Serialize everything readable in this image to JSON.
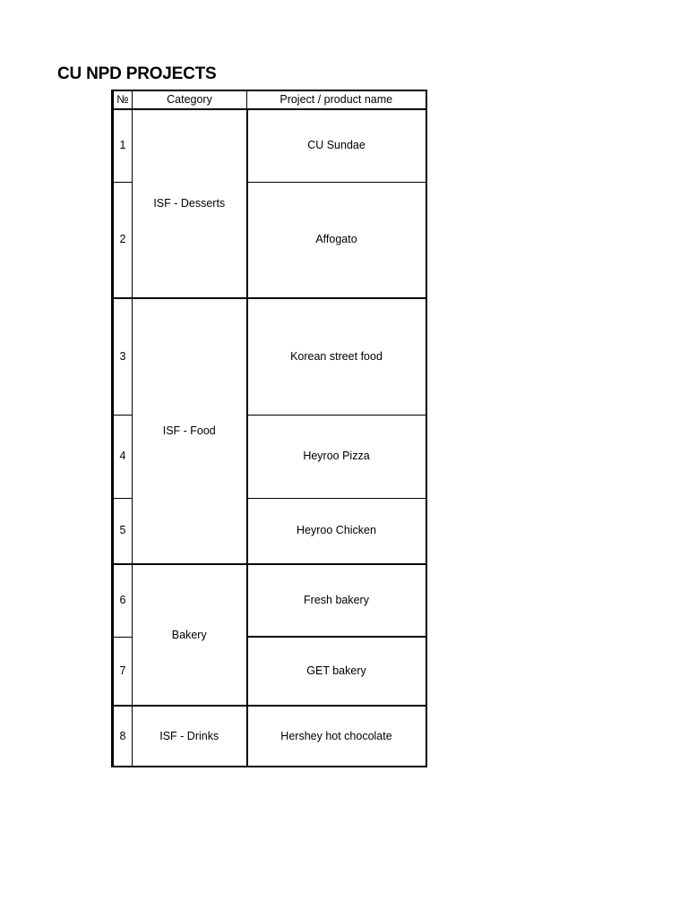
{
  "document": {
    "title": "CU NPD PROJECTS"
  },
  "table": {
    "headers": {
      "number": "№",
      "category": "Category",
      "product": "Project / product name"
    },
    "rows": [
      {
        "number": "1",
        "category": "ISF - Desserts",
        "product": "CU Sundae"
      },
      {
        "number": "2",
        "category": "ISF - Desserts",
        "product": "Affogato"
      },
      {
        "number": "3",
        "category": "ISF - Food",
        "product": "Korean street food"
      },
      {
        "number": "4",
        "category": "ISF - Food",
        "product": "Heyroo Pizza"
      },
      {
        "number": "5",
        "category": "ISF - Food",
        "product": "Heyroo Chicken"
      },
      {
        "number": "6",
        "category": "Bakery",
        "product": "Fresh bakery"
      },
      {
        "number": "7",
        "category": "Bakery",
        "product": "GET bakery"
      },
      {
        "number": "8",
        "category": "ISF - Drinks",
        "product": "Hershey hot chocolate"
      }
    ]
  }
}
